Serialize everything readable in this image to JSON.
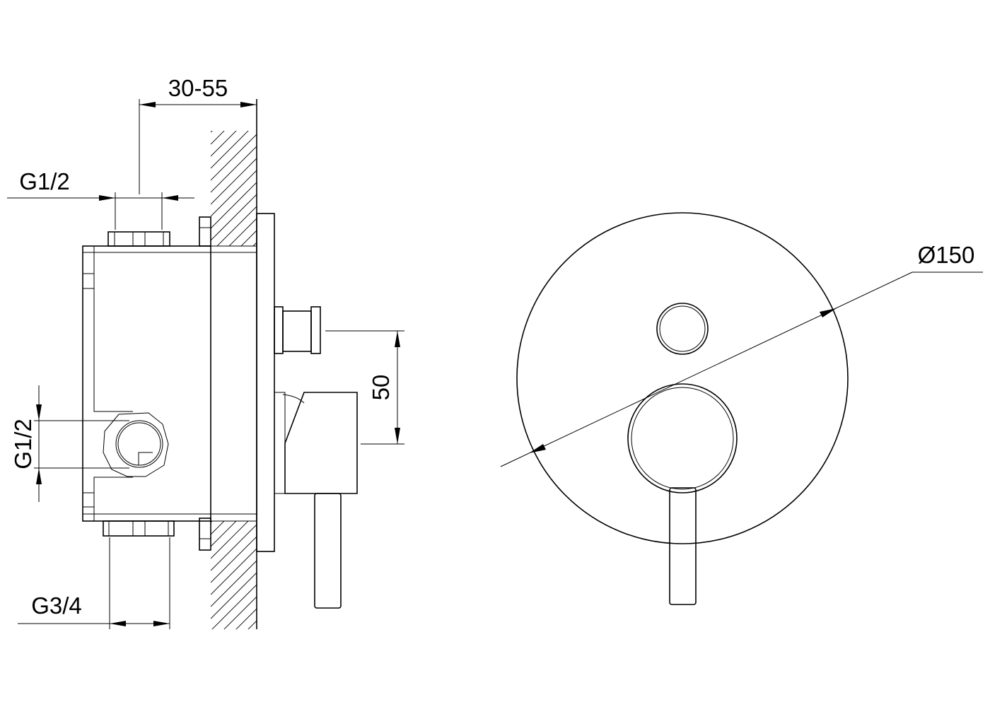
{
  "dimensions": {
    "depth": "30-55",
    "top_inlet": "G1/2",
    "side_inlet": "G1/2",
    "outlet": "G3/4",
    "spacing": "50",
    "plate_diameter": "Ø150"
  }
}
